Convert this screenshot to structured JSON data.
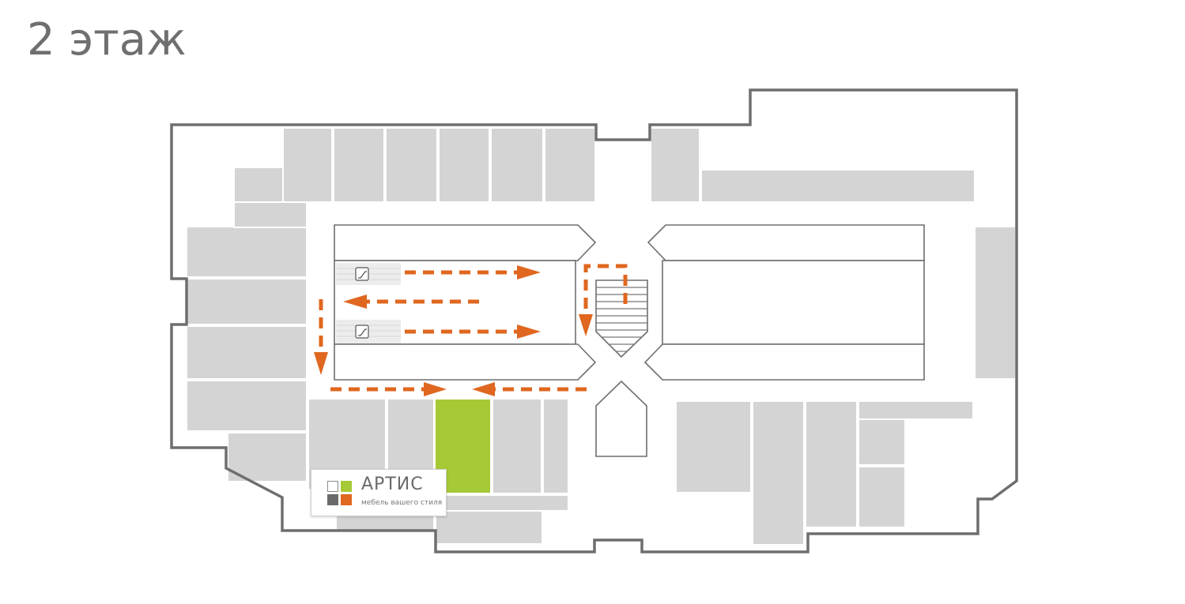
{
  "floor_title": "2 этаж",
  "brand": {
    "name": "АРТИС",
    "tagline": "мебель вашего стиля",
    "logo_colors": [
      "#ffffff",
      "#a6c936",
      "#6a6a6a",
      "#e0671f"
    ]
  },
  "colors": {
    "wall": "#6e6e6e",
    "store": "#d4d4d4",
    "highlight_store": "#a6c936",
    "route": "#e0671f"
  },
  "icons": [
    "escalator-icon",
    "escalator-icon"
  ]
}
